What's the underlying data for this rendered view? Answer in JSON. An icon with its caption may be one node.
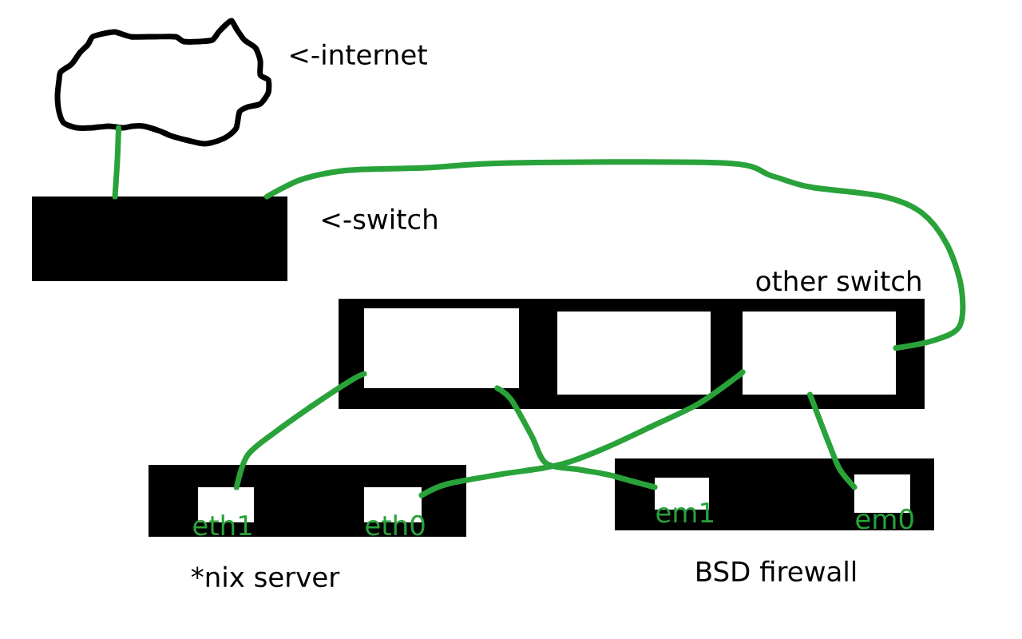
{
  "diagram": {
    "nodes": [
      {
        "text": [],
        "shape": "cloud",
        "beside": [
          "<-internet"
        ]
      },
      {
        "text": [],
        "shape": "box",
        "beside": [
          "<-switch"
        ]
      },
      {
        "text": [
          "other switch"
        ]
      },
      {
        "text": [],
        "shape": "box",
        "in": 2
      },
      {
        "text": [],
        "shape": "box",
        "in": 2
      },
      {
        "text": [],
        "shape": "box",
        "in": 2
      },
      {
        "text": [],
        "shape": "box",
        "beside": [
          "*nix server"
        ]
      },
      {
        "text": [
          "eth1"
        ],
        "in": 6
      },
      {
        "text": [
          "eth0"
        ],
        "in": 6
      },
      {
        "text": [],
        "shape": "box",
        "beside": [
          "BSD firewall"
        ]
      },
      {
        "text": [
          "em1"
        ],
        "in": 9
      },
      {
        "text": [
          "em0"
        ],
        "in": 9
      }
    ],
    "edges": [
      {
        "from": 0,
        "to": 1,
        "arrow": "none"
      },
      {
        "from": 1,
        "to": 5,
        "arrow": "none"
      },
      {
        "from": 3,
        "to": 7,
        "arrow": "none"
      },
      {
        "from": 3,
        "to": 10,
        "arrow": "none"
      },
      {
        "from": 5,
        "to": 8,
        "arrow": "none"
      },
      {
        "from": 5,
        "to": 11,
        "arrow": "none"
      }
    ]
  }
}
